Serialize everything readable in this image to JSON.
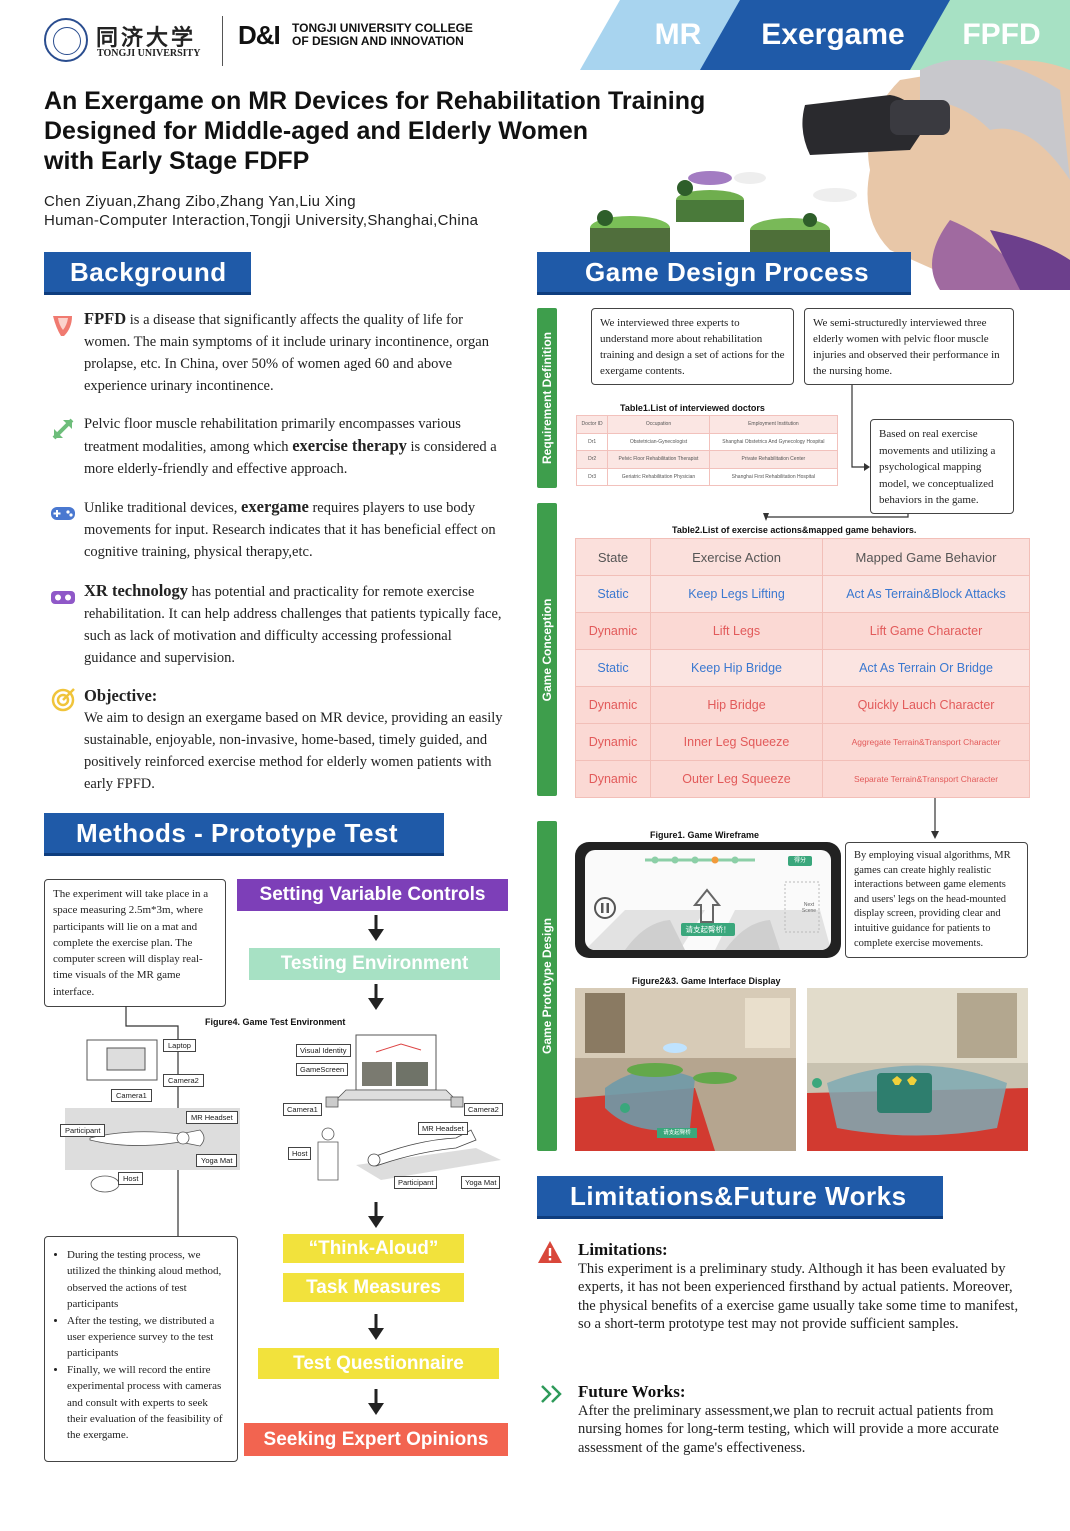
{
  "header": {
    "uni_cn": "同济大学",
    "uni_en": "TONGJI UNIVERSITY",
    "dxi": "D&I",
    "college": "TONGJI UNIVERSITY COLLEGE OF DESIGN AND INNOVATION",
    "ribbons": [
      "MR",
      "Exergame",
      "FPFD"
    ]
  },
  "title": "An Exergame on MR Devices  for Rehabilitation Training Designed for Middle-aged and Elderly Women with Early Stage FDFP",
  "title_lines": [
    "An Exergame on MR Devices  for Rehabilitation Training",
    "Designed for Middle-aged and Elderly Women",
    "with Early Stage FDFP"
  ],
  "authors": "Chen Ziyuan,Zhang Zibo,Zhang Yan,Liu Xing",
  "affiliation": "Human-Computer Interaction,Tongji University,Shanghai,China",
  "colors": {
    "primary": "#1f5aa8",
    "green": "#3e9e4c",
    "purple": "#7d3fb8",
    "mint": "#a7e1c4",
    "yellow": "#f2e23c",
    "coral": "#f26450"
  },
  "background": {
    "heading": "Background",
    "items": [
      {
        "icon": "pelvis-icon",
        "lead": "FPFD",
        "text": " is a disease that significantly affects the quality of life for women. The main symptoms of it include urinary incontinence, organ prolapse, etc. In China, over 50% of women aged 60 and above experience urinary incontinence."
      },
      {
        "icon": "resize-arrow-icon",
        "pre": "Pelvic floor muscle rehabilitation primarily encompasses various treatment modalities, among which ",
        "lead": "exercise therapy",
        "text": " is considered a more elderly-friendly and effective approach."
      },
      {
        "icon": "gamepad-icon",
        "pre": "Unlike traditional devices, ",
        "lead": "exergame",
        "text": " requires players to use body movements for input. Research indicates that it has beneficial effect on cognitive training, physical therapy,etc."
      },
      {
        "icon": "vr-goggles-icon",
        "lead": "XR technology",
        "text": " has potential and practicality for remote exercise rehabilitation. It can help address challenges that patients typically face, such as lack of motivation and difficulty accessing professional guidance and supervision."
      },
      {
        "icon": "target-icon",
        "lead": "Objective:",
        "text": "We aim to design an exergame based on MR device, providing an easily sustainable, enjoyable, non-invasive, home-based, timely guided, and positively reinforced exercise method  for elderly women patients with early FPFD."
      }
    ]
  },
  "methods": {
    "heading": "Methods - Prototype Test",
    "intro": "The experiment will take place in a space measuring 2.5m*3m, where participants will lie on a mat and complete the exercise plan. The computer screen will display real-time visuals of the MR game interface.",
    "flow": [
      "Setting Variable Controls",
      "Testing Environment",
      "“Think-Aloud”",
      "Task  Measures",
      "Test Questionnaire",
      "Seeking Expert Opinions"
    ],
    "figure4_caption": "Figure4. Game Test Environment",
    "fig4_left_labels": [
      "Laptop",
      "Camera2",
      "Camera1",
      "MR Headset",
      "Participant",
      "Yoga Mat",
      "Host"
    ],
    "fig4_right_labels": [
      "Visual Identity",
      "GameScreen",
      "Camera1",
      "Camera2",
      "MR Headset",
      "Host",
      "Participant",
      "Yoga Mat"
    ],
    "bullets": [
      "During the testing process, we utilized the thinking aloud method, observed the actions of test participants",
      "After the testing, we distributed a user experience survey to the test participants",
      "Finally, we will record the entire experimental process with cameras and consult with experts to seek their evaluation of the feasibility of the exergame."
    ]
  },
  "design": {
    "heading": "Game Design Process",
    "stages": [
      "Requirement Definition",
      "Game Conception",
      "Game Prototype Design"
    ],
    "note1": "We interviewed three experts to understand more about rehabilitation training and design a set of actions for the exergame contents.",
    "note2": "We semi-structuredly interviewed three elderly women with pelvic floor muscle injuries and observed their performance in the nursing home.",
    "note3": "Based on real exercise movements and utilizing a psychological mapping model, we conceptualized behaviors in the game.",
    "table1": {
      "caption": "Table1.List of interviewed doctors",
      "headers": [
        "Doctor ID",
        "Occupation",
        "Employment Institution"
      ],
      "rows": [
        [
          "Dr1",
          "Obstetrician-Gynecologist",
          "Shanghai Obstetrics And Gynecology Hospital"
        ],
        [
          "Dr2",
          "Pelvic Floor Rehabilitation Therapist",
          "Private Rehabilitation Center"
        ],
        [
          "Dr3",
          "Geriatric Rehabilitation Physician",
          "Shanghai First Rehabilitation Hospital"
        ]
      ]
    },
    "table2": {
      "caption": "Table2.List of exercise actions&mapped game behaviors.",
      "headers": [
        "State",
        "Exercise Action",
        "Mapped Game Behavior"
      ],
      "rows": [
        [
          "Static",
          "Keep Legs Lifting",
          "Act As Terrain&Block Attacks"
        ],
        [
          "Dynamic",
          "Lift Legs",
          "Lift Game Character"
        ],
        [
          "Static",
          "Keep Hip Bridge",
          "Act As Terrain Or Bridge"
        ],
        [
          "Dynamic",
          "Hip Bridge",
          "Quickly Lauch Character"
        ],
        [
          "Dynamic",
          "Inner Leg Squeeze",
          "Aggregate Terrain&Transport Character"
        ],
        [
          "Dynamic",
          "Outer Leg Squeeze",
          "Separate Terrain&Transport Character"
        ]
      ]
    },
    "figure1_caption": "Figure1. Game Wireframe",
    "wireframe_button": "请支起臀桥！",
    "wireframe_side": "Next Scene",
    "wireframe_tag": "得分",
    "note4": "By employing visual algorithms, MR games can create highly realistic interactions between game elements and users' legs on the head-mounted display screen, providing clear and intuitive guidance for patients to complete exercise movements.",
    "figure23_caption": "Figure2&3. Game Interface Display",
    "fig2_button": "请支起臀桥"
  },
  "limitations": {
    "heading": "Limitations&Future Works",
    "lim_title": "Limitations:",
    "lim_text": "This experiment is a preliminary study. Although it has been evaluated by experts, it has not been experienced firsthand by actual patients. Moreover, the physical benefits of a exercise game usually take some time to manifest, so a short-term prototype test may not provide sufficient samples.",
    "fut_title": "Future Works:",
    "fut_text": "After the preliminary assessment,we plan to recruit actual patients from nursing homes for long-term testing, which will provide a more accurate assessment of the game's effectiveness."
  }
}
